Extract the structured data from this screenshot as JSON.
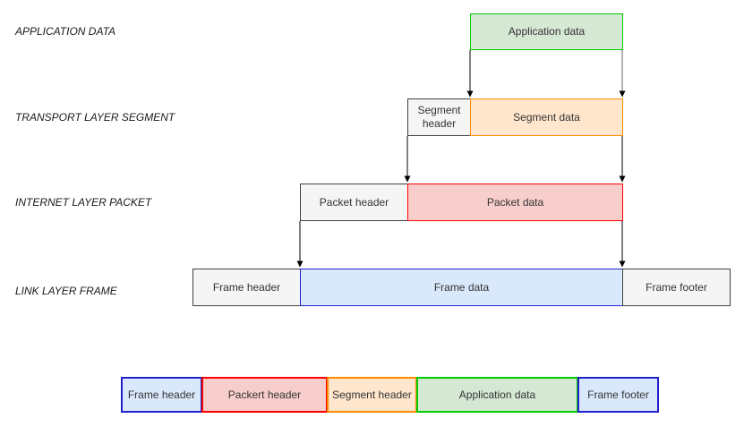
{
  "row_labels": [
    "APPLICATION DATA",
    "TRANSPORT LAYER SEGMENT",
    "INTERNET LAYER PACKET",
    "LINK LAYER FRAME"
  ],
  "layers": {
    "application": {
      "data_label": "Application data"
    },
    "transport": {
      "header_label": "Segment header",
      "data_label": "Segment data"
    },
    "internet": {
      "header_label": "Packet header",
      "data_label": "Packet data"
    },
    "link": {
      "header_label": "Frame header",
      "data_label": "Frame data",
      "footer_label": "Frame footer"
    }
  },
  "composite_frame": {
    "segments": [
      {
        "label": "Frame header",
        "fill": "#dae8fc",
        "stroke": "#2222cc"
      },
      {
        "label": "Packert header",
        "fill": "#f8cecc",
        "stroke": "#ff0000"
      },
      {
        "label": "Segment header",
        "fill": "#ffe6cc",
        "stroke": "#ff8c00"
      },
      {
        "label": "Application data",
        "fill": "#d5e8d4",
        "stroke": "#00cc00"
      },
      {
        "label": "Frame footer",
        "fill": "#dae8fc",
        "stroke": "#2222cc"
      }
    ]
  },
  "colors": {
    "application_fill": "#d5e8d4",
    "application_stroke": "#00cc00",
    "segment_fill": "#ffe6cc",
    "segment_stroke": "#ff8c00",
    "packet_fill": "#f8cecc",
    "packet_stroke": "#ff0000",
    "frame_fill": "#dae8fc",
    "frame_stroke": "#2222cc",
    "plain_fill": "#f5f5f5",
    "plain_stroke": "#404040",
    "arrow": "#000000",
    "background": "#ffffff"
  }
}
